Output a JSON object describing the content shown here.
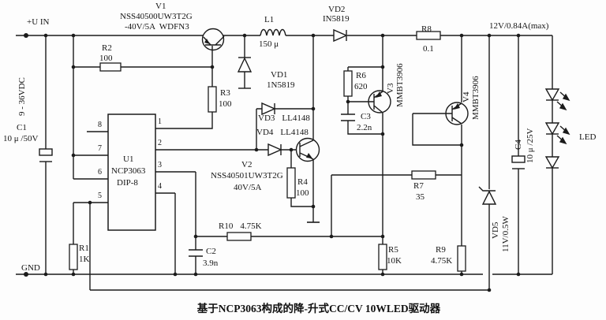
{
  "io": {
    "input_terminal": "+U IN",
    "input_range": "9 - 36VDC",
    "ground": "GND",
    "output_rating": "12V/0.84A(max)",
    "led_label": "LED"
  },
  "ic": {
    "ref": "U1",
    "part": "NCP3063",
    "package": "DIP-8",
    "pins_left": [
      "8",
      "7",
      "6",
      "5"
    ],
    "pins_right": [
      "1",
      "2",
      "3",
      "4"
    ]
  },
  "c": {
    "v1": {
      "ref": "V1",
      "part": "NSS40500UW3T2G",
      "rating": "-40V/5A  WDFN3"
    },
    "v2": {
      "ref": "V2",
      "part": "NSS40501UW3T2G",
      "rating": "40V/5A"
    },
    "v3": {
      "ref": "V3",
      "part": "MMBT3906"
    },
    "v4": {
      "ref": "V4",
      "part": "MMBT3906"
    },
    "vd1": {
      "ref": "VD1",
      "part": "1N5819"
    },
    "vd2": {
      "ref": "VD2",
      "part": "IN5819"
    },
    "vd3": {
      "ref": "VD3",
      "part": "LL4148"
    },
    "vd4": {
      "ref": "VD4",
      "part": "LL4148"
    },
    "vd5": {
      "ref": "VD5",
      "rating": "11V/0.5W"
    },
    "l1": {
      "ref": "L1",
      "value": "150 μ"
    },
    "c1": {
      "ref": "C1",
      "value": "10 μ /50V"
    },
    "c2": {
      "ref": "C2",
      "value": "3.9n"
    },
    "c3": {
      "ref": "C3",
      "value": "2.2n"
    },
    "c4": {
      "ref": "C4",
      "value": "10 μ /25V"
    },
    "r1": {
      "ref": "R1",
      "value": "1K"
    },
    "r2": {
      "ref": "R2",
      "value": "100"
    },
    "r3": {
      "ref": "R3",
      "value": "100"
    },
    "r4": {
      "ref": "R4",
      "value": "100"
    },
    "r5": {
      "ref": "R5",
      "value": "10K"
    },
    "r6": {
      "ref": "R6",
      "value": "620"
    },
    "r7": {
      "ref": "R7",
      "value": "35"
    },
    "r8": {
      "ref": "R8",
      "value": "0.1"
    },
    "r9": {
      "ref": "R9",
      "value": "4.75K"
    },
    "r10": {
      "ref": "R10",
      "value": "4.75K"
    }
  },
  "caption": "基于NCP3063构成的降-升式CC/CV 10WLED驱动器"
}
